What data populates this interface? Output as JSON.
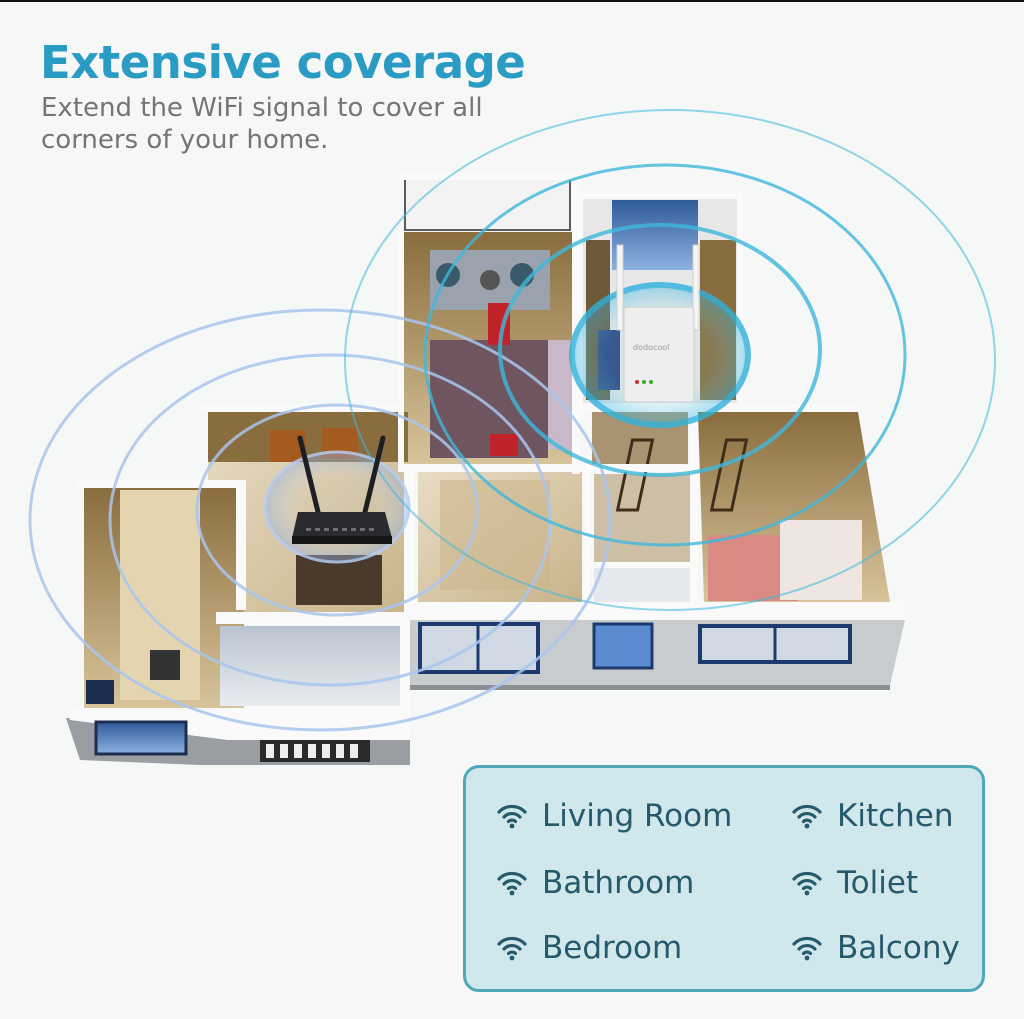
{
  "header": {
    "title": "Extensive coverage",
    "subtitle": "Extend the WiFi signal to cover all corners of your home."
  },
  "illustration": {
    "description": "3D cutaway floor plan of an apartment with WiFi coverage rings",
    "devices": [
      {
        "name": "router",
        "color": "#1e1f22",
        "antennas": 2
      },
      {
        "name": "wifi-extender",
        "color": "#eeeeee",
        "brand_text": "dodocool",
        "antennas": 2
      }
    ],
    "ring_color": "#3fb8dc"
  },
  "legend": {
    "icon": "wifi-icon",
    "items": [
      {
        "label": "Living Room"
      },
      {
        "label": "Kitchen"
      },
      {
        "label": "Bathroom"
      },
      {
        "label": "Toliet"
      },
      {
        "label": "Bedroom"
      },
      {
        "label": "Balcony"
      }
    ],
    "colors": {
      "background": "#d0e8ec",
      "border": "#4fa8b8",
      "text": "#245a6c"
    }
  }
}
